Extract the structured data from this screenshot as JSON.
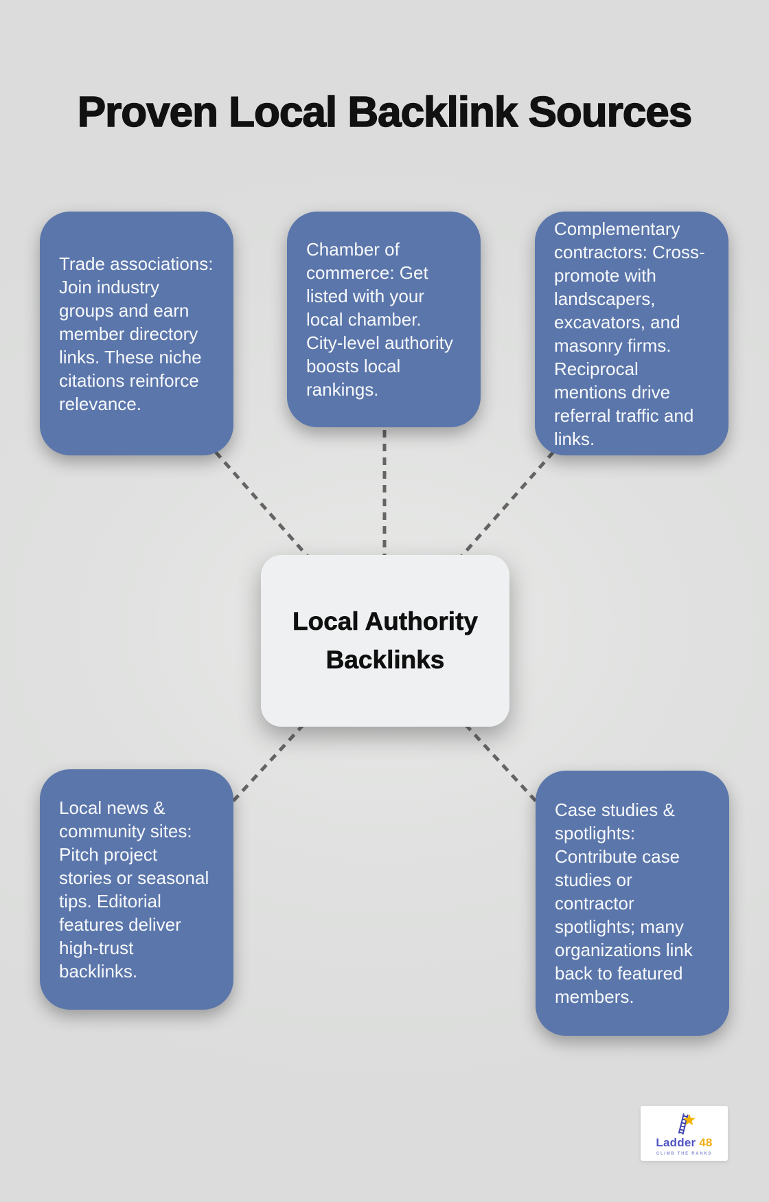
{
  "title": "Proven Local Backlink Sources",
  "center": {
    "label": "Local Authority Backlinks"
  },
  "boxes": [
    {
      "id": "trade-associations",
      "text": "Trade associations: Join industry groups and earn member directory links. These niche citations reinforce relevance."
    },
    {
      "id": "chamber-of-commerce",
      "text": "Chamber of commerce: Get listed with your local chamber. City-level authority boosts local rankings."
    },
    {
      "id": "complementary-contractors",
      "text": "Complementary contractors: Cross-promote with landscapers, excavators, and masonry firms. Reciprocal mentions drive referral traffic and links."
    },
    {
      "id": "local-news-community-sites",
      "text": "Local news & community sites: Pitch project stories or seasonal tips. Editorial features deliver high-trust backlinks."
    },
    {
      "id": "case-studies-spotlights",
      "text": "Case studies & spotlights: Contribute case studies or contractor spotlights; many organizations link back to featured members."
    }
  ],
  "logo": {
    "brand_primary": "Ladder",
    "brand_accent": "48",
    "tagline": "CLIMB THE RANKS"
  },
  "colors": {
    "background": "#dcdddc",
    "card_blue": "#5b76ab",
    "card_text": "#f7f9fb",
    "center_node_bg": "#eef0f1",
    "connector_gray": "#646464",
    "title_text": "#111111",
    "logo_indigo": "#5053c4",
    "logo_amber": "#f2ae16"
  }
}
